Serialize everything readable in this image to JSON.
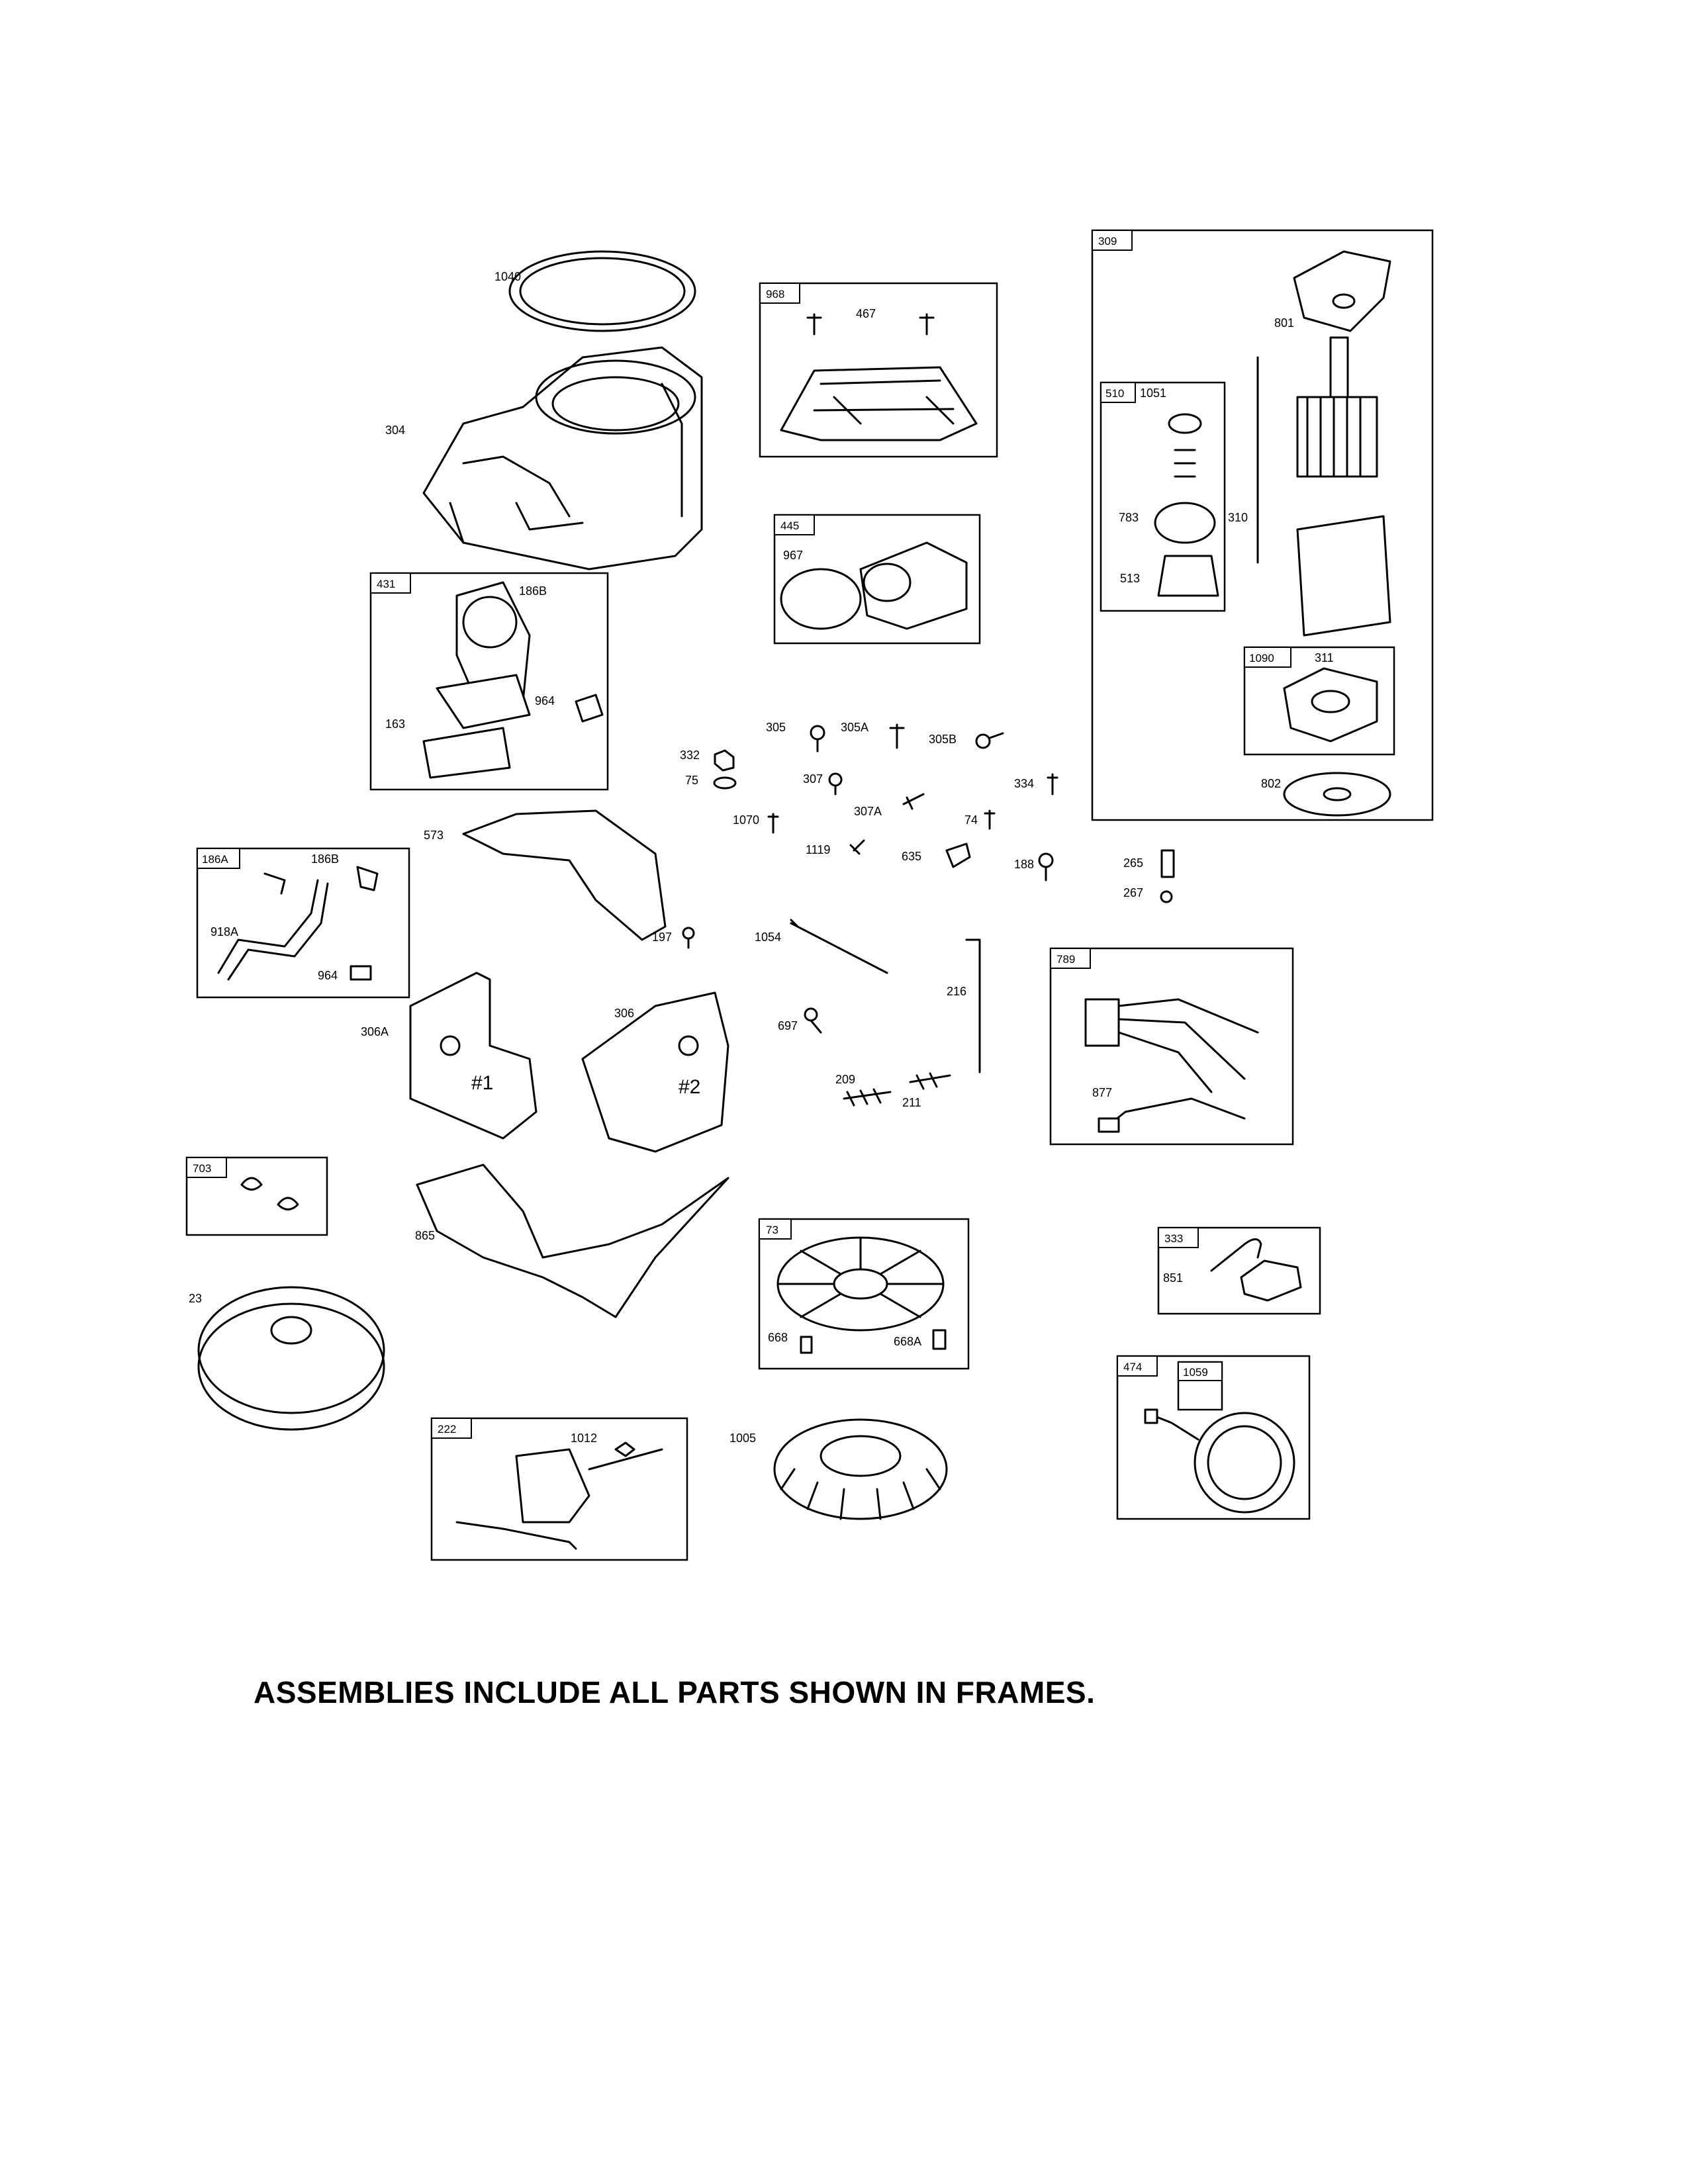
{
  "footer_note": "ASSEMBLIES INCLUDE ALL PARTS SHOWN IN FRAMES.",
  "frames": [
    {
      "name": "frame-968",
      "tag": "968",
      "parts": [
        "467"
      ]
    },
    {
      "name": "frame-309",
      "tag": "309",
      "parts": [
        "801",
        "310",
        "1090",
        "311",
        "802",
        "510"
      ]
    },
    {
      "name": "frame-510",
      "tag": "510",
      "parts": [
        "1051",
        "783",
        "513"
      ]
    },
    {
      "name": "frame-445",
      "tag": "445",
      "parts": [
        "967"
      ]
    },
    {
      "name": "frame-431",
      "tag": "431",
      "parts": [
        "186B",
        "964",
        "163"
      ]
    },
    {
      "name": "frame-1090",
      "tag": "1090",
      "parts": [
        "311"
      ]
    },
    {
      "name": "frame-186A",
      "tag": "186A",
      "parts": [
        "186B",
        "918A",
        "964"
      ]
    },
    {
      "name": "frame-789",
      "tag": "789",
      "parts": [
        "877"
      ]
    },
    {
      "name": "frame-703",
      "tag": "703",
      "parts": []
    },
    {
      "name": "frame-73",
      "tag": "73",
      "parts": [
        "668",
        "668A"
      ]
    },
    {
      "name": "frame-333",
      "tag": "333",
      "parts": [
        "851"
      ]
    },
    {
      "name": "frame-474",
      "tag": "474",
      "parts": [
        "1059"
      ]
    },
    {
      "name": "frame-1059",
      "tag": "1059",
      "parts": []
    },
    {
      "name": "frame-222",
      "tag": "222",
      "parts": [
        "1012"
      ]
    }
  ],
  "labels": {
    "p1040": "1040",
    "p304": "304",
    "p467": "467",
    "p801": "801",
    "p1051": "1051",
    "p783": "783",
    "p310": "310",
    "p513": "513",
    "p967": "967",
    "p186B_a": "186B",
    "p964_a": "964",
    "p163": "163",
    "p311": "311",
    "p305": "305",
    "p305A": "305A",
    "p305B": "305B",
    "p332": "332",
    "p75": "75",
    "p307": "307",
    "p307A": "307A",
    "p334": "334",
    "p1070": "1070",
    "p74": "74",
    "p802": "802",
    "p573": "573",
    "p1119": "1119",
    "p635": "635",
    "p188": "188",
    "p265": "265",
    "p267": "267",
    "p186B_b": "186B",
    "p918A": "918A",
    "p964_b": "964",
    "p197": "197",
    "p1054": "1054",
    "p216": "216",
    "p306A": "306A",
    "p306": "306",
    "p697": "697",
    "p209": "209",
    "p211": "211",
    "p877": "877",
    "p865": "865",
    "p23": "23",
    "p668": "668",
    "p668A": "668A",
    "p851": "851",
    "p1012": "1012",
    "p1005": "1005",
    "mark1": "#1",
    "mark2": "#2"
  }
}
